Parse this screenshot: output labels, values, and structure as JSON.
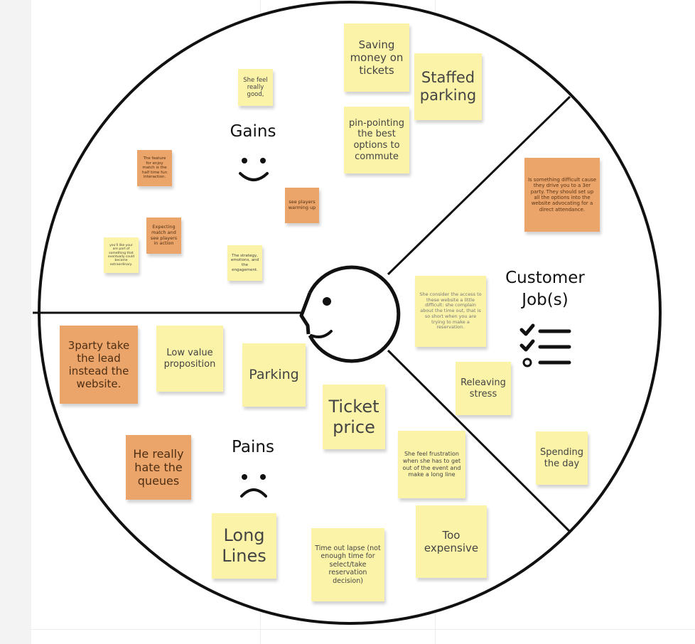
{
  "colors": {
    "sticky_yellow": "#fbf3a8",
    "sticky_orange": "#eba56a",
    "outline": "#111111"
  },
  "sections": {
    "gains": {
      "title": "Gains",
      "icon": "smiley-face-icon"
    },
    "pains": {
      "title": "Pains",
      "icon": "frowning-face-icon"
    },
    "jobs": {
      "title": "Customer Job(s)",
      "icon": "checklist-icon"
    },
    "center_icon": "customer-face-icon"
  },
  "notes": {
    "gains": [
      {
        "text": "Saving money on tickets",
        "color": "yellow"
      },
      {
        "text": "Staffed parking",
        "color": "yellow"
      },
      {
        "text": "pin-pointing the best options to commute",
        "color": "yellow"
      },
      {
        "text": "She feel really good,",
        "color": "yellow"
      },
      {
        "text": "The feature for enjoy match is the half time fun interaction.",
        "color": "orange"
      },
      {
        "text": "see players warming up",
        "color": "orange"
      },
      {
        "text": "Expecting match and see players in action",
        "color": "orange"
      },
      {
        "text": "you'll like your are part of something that eventually could become extraordinary.",
        "color": "yellow"
      },
      {
        "text": "The strategy, emotions, and the engagement.",
        "color": "yellow"
      }
    ],
    "jobs": [
      {
        "text": "Is something difficult cause they drive you to a 3er party. They should set up all the options into the website advocating for a direct attendance.",
        "color": "orange"
      },
      {
        "text": "She consider the access to these website a little difficult: she complain about the time out, that is so short when you are trying to make a reservation.",
        "color": "yellow"
      },
      {
        "text": "Releaving stress",
        "color": "yellow"
      },
      {
        "text": "Spending the day",
        "color": "yellow"
      }
    ],
    "pains": [
      {
        "text": "3party take the lead instead the website.",
        "color": "orange"
      },
      {
        "text": "Low value proposition",
        "color": "yellow"
      },
      {
        "text": "Parking",
        "color": "yellow"
      },
      {
        "text": "Ticket price",
        "color": "yellow"
      },
      {
        "text": "He really hate the queues",
        "color": "orange"
      },
      {
        "text": "She feel frustration when she has to get out of the event and make a long line",
        "color": "yellow"
      },
      {
        "text": "Long Lines",
        "color": "yellow"
      },
      {
        "text": "Time out lapse (not enough time for select/take reservation decision)",
        "color": "yellow"
      },
      {
        "text": "Too expensive",
        "color": "yellow"
      }
    ]
  }
}
